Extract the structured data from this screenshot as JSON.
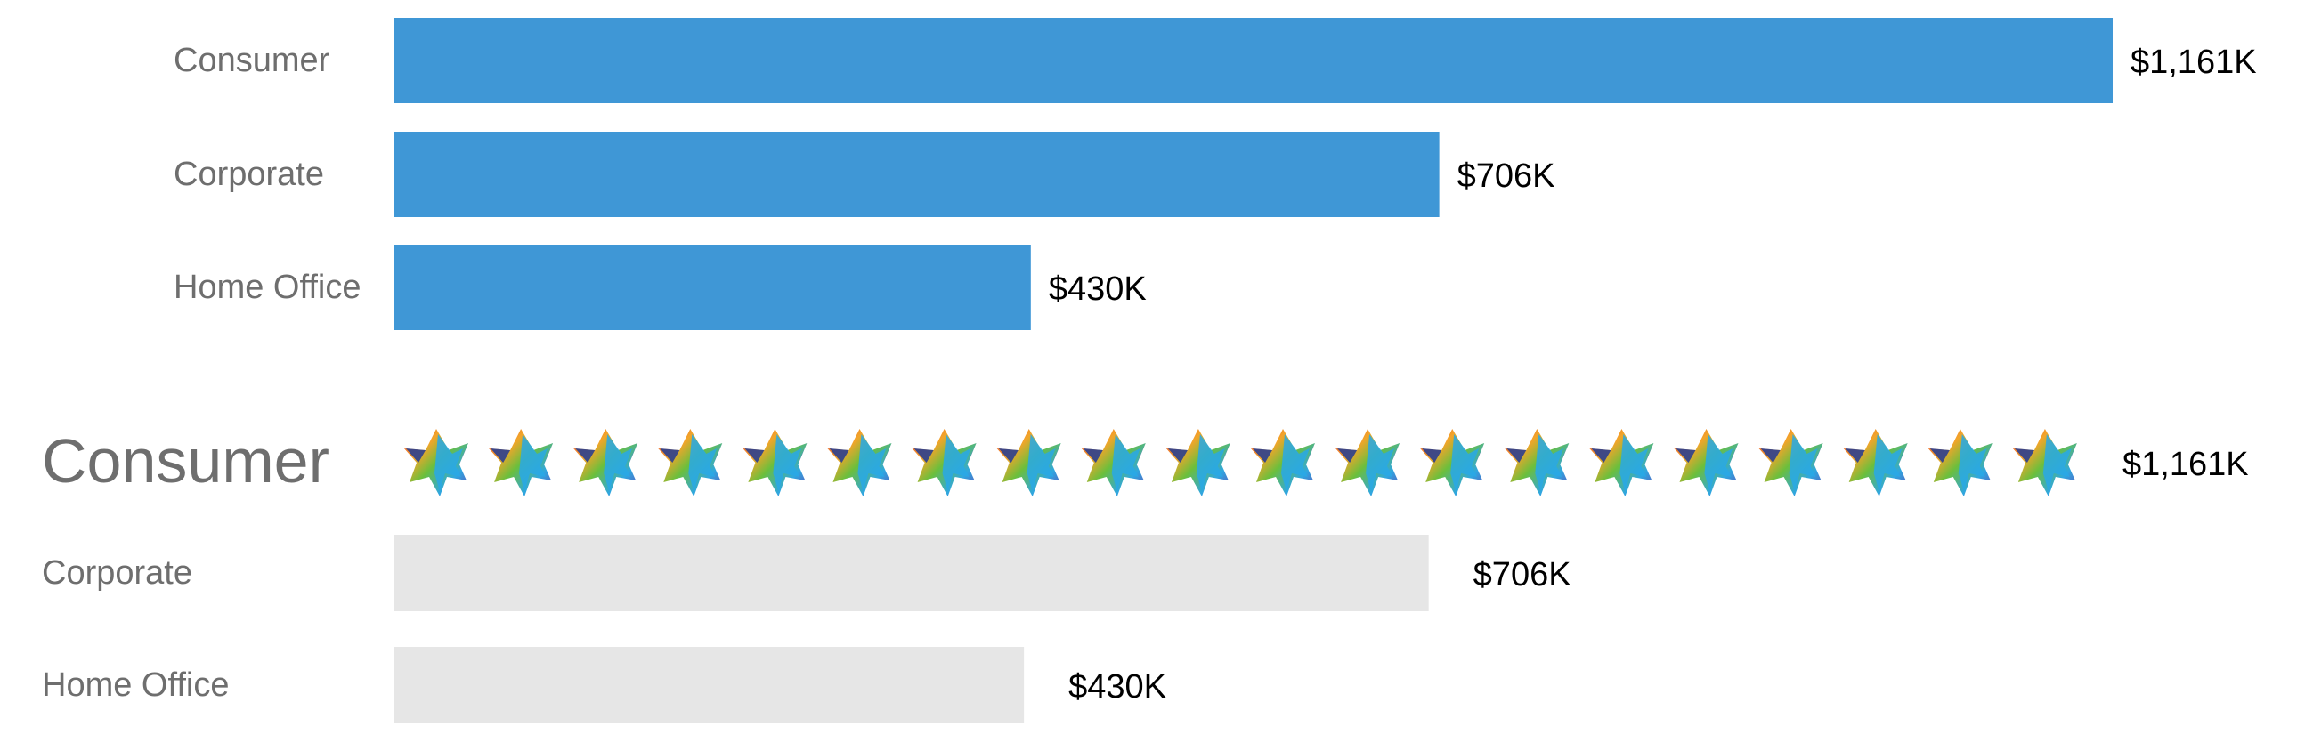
{
  "colors": {
    "bar": "#3f97d6",
    "muted_bar": "#e6e6e6",
    "label": "#6e6e6e",
    "value": "#000000"
  },
  "chart_data": [
    {
      "type": "bar",
      "orientation": "horizontal",
      "categories": [
        "Consumer",
        "Corporate",
        "Home Office"
      ],
      "values": [
        1161,
        706,
        430
      ],
      "value_labels": [
        "$1,161K",
        "$706K",
        "$430K"
      ],
      "unit": "$K",
      "grid": false,
      "axes_visible": false
    },
    {
      "type": "bar",
      "orientation": "horizontal",
      "categories": [
        "Consumer",
        "Corporate",
        "Home Office"
      ],
      "values": [
        1161,
        706,
        430
      ],
      "value_labels": [
        "$1,161K",
        "$706K",
        "$430K"
      ],
      "unit": "$K",
      "highlighted_category": "Consumer",
      "highlight_style": "pictogram",
      "pictogram_icon": "multicolor-leaf-icon",
      "grid": false,
      "axes_visible": false
    }
  ]
}
